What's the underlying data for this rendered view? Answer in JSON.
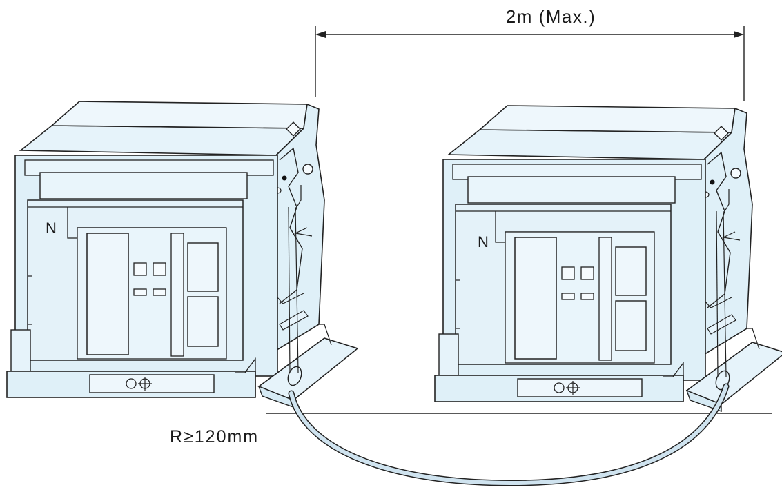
{
  "diagram": {
    "distance_label": "2m (Max.)",
    "radius_label": "R≥120mm",
    "breakers": [
      {
        "neutral_mark": "N"
      },
      {
        "neutral_mark": "N"
      }
    ],
    "colors": {
      "body_fill": "#dff0f8",
      "body_fill_light": "#eef7fc",
      "line": "#222222",
      "cable": "#cfe3ef"
    }
  }
}
